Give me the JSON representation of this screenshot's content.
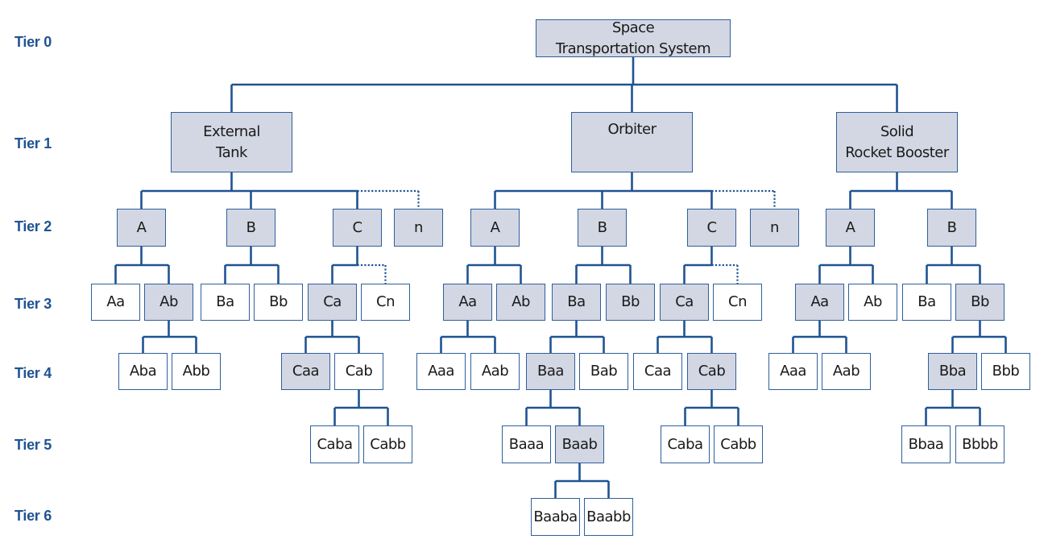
{
  "colors": {
    "line": "#1f5392",
    "box_border": "#2f5f9b",
    "shaded_fill": "#d3d7e3",
    "plain_fill": "#ffffff",
    "tier_label": "#1f5392",
    "text": "#1a1a1a"
  },
  "tiers": [
    "Tier 0",
    "Tier 1",
    "Tier 2",
    "Tier 3",
    "Tier 4",
    "Tier 5",
    "Tier 6"
  ],
  "tree": {
    "label": "Space\nTransportation System",
    "shaded": true,
    "children": [
      {
        "label": "External\nTank",
        "shaded": true,
        "children": [
          {
            "label": "A",
            "shaded": true,
            "children": [
              {
                "label": "Aa",
                "shaded": false
              },
              {
                "label": "Ab",
                "shaded": true,
                "children": [
                  {
                    "label": "Aba",
                    "shaded": false
                  },
                  {
                    "label": "Abb",
                    "shaded": false
                  }
                ]
              }
            ]
          },
          {
            "label": "B",
            "shaded": true,
            "children": [
              {
                "label": "Ba",
                "shaded": false
              },
              {
                "label": "Bb",
                "shaded": false
              }
            ]
          },
          {
            "label": "C",
            "shaded": true,
            "children": [
              {
                "label": "Ca",
                "shaded": true,
                "children": [
                  {
                    "label": "Caa",
                    "shaded": true
                  },
                  {
                    "label": "Cab",
                    "shaded": false,
                    "children": [
                      {
                        "label": "Caba",
                        "shaded": false
                      },
                      {
                        "label": "Cabb",
                        "shaded": false
                      }
                    ]
                  }
                ]
              },
              {
                "label": "Cn",
                "shaded": false,
                "dotted": true
              }
            ]
          },
          {
            "label": "n",
            "shaded": true,
            "dotted": true
          }
        ]
      },
      {
        "label": "Orbiter",
        "shaded": true,
        "children": [
          {
            "label": "A",
            "shaded": true,
            "children": [
              {
                "label": "Aa",
                "shaded": true,
                "children": [
                  {
                    "label": "Aaa",
                    "shaded": false
                  },
                  {
                    "label": "Aab",
                    "shaded": false
                  }
                ]
              },
              {
                "label": "Ab",
                "shaded": true
              }
            ]
          },
          {
            "label": "B",
            "shaded": true,
            "children": [
              {
                "label": "Ba",
                "shaded": true,
                "children": [
                  {
                    "label": "Baa",
                    "shaded": true,
                    "children": [
                      {
                        "label": "Baaa",
                        "shaded": false
                      },
                      {
                        "label": "Baab",
                        "shaded": true,
                        "children": [
                          {
                            "label": "Baaba",
                            "shaded": false
                          },
                          {
                            "label": "Baabb",
                            "shaded": false
                          }
                        ]
                      }
                    ]
                  },
                  {
                    "label": "Bab",
                    "shaded": false
                  }
                ]
              },
              {
                "label": "Bb",
                "shaded": true
              }
            ]
          },
          {
            "label": "C",
            "shaded": true,
            "children": [
              {
                "label": "Ca",
                "shaded": true,
                "children": [
                  {
                    "label": "Caa",
                    "shaded": false
                  },
                  {
                    "label": "Cab",
                    "shaded": true,
                    "children": [
                      {
                        "label": "Caba",
                        "shaded": false
                      },
                      {
                        "label": "Cabb",
                        "shaded": false
                      }
                    ]
                  }
                ]
              },
              {
                "label": "Cn",
                "shaded": false,
                "dotted": true
              }
            ]
          },
          {
            "label": "n",
            "shaded": true,
            "dotted": true
          }
        ]
      },
      {
        "label": "Solid\nRocket Booster",
        "shaded": true,
        "children": [
          {
            "label": "A",
            "shaded": true,
            "children": [
              {
                "label": "Aa",
                "shaded": true,
                "children": [
                  {
                    "label": "Aaa",
                    "shaded": false
                  },
                  {
                    "label": "Aab",
                    "shaded": false
                  }
                ]
              },
              {
                "label": "Ab",
                "shaded": false
              }
            ]
          },
          {
            "label": "B",
            "shaded": true,
            "children": [
              {
                "label": "Ba",
                "shaded": false
              },
              {
                "label": "Bb",
                "shaded": true,
                "children": [
                  {
                    "label": "Bba",
                    "shaded": true,
                    "children": [
                      {
                        "label": "Bbaa",
                        "shaded": false
                      },
                      {
                        "label": "Bbbb",
                        "shaded": false
                      }
                    ]
                  },
                  {
                    "label": "Bbb",
                    "shaded": false
                  }
                ]
              }
            ]
          }
        ]
      }
    ]
  }
}
